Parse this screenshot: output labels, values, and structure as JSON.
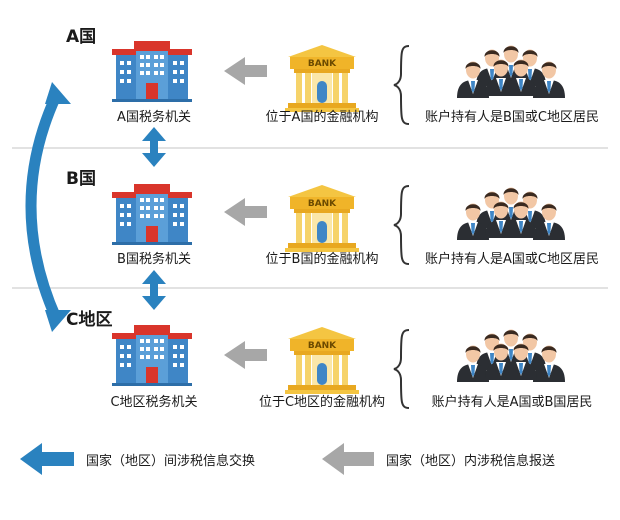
{
  "regions": [
    {
      "title": "A国",
      "tax_authority": "A国税务机关",
      "institution": "位于A国的金融机构",
      "holders": "账户持有人是B国或C地区居民"
    },
    {
      "title": "B国",
      "tax_authority": "B国税务机关",
      "institution": "位于B国的金融机构",
      "holders": "账户持有人是A国或C地区居民"
    },
    {
      "title": "C地区",
      "tax_authority": "C地区税务机关",
      "institution": "位于C地区的金融机构",
      "holders": "账户持有人是A国或B国居民"
    }
  ],
  "bank_sign": "BANK",
  "legend": {
    "exchange": "国家（地区）间涉税信息交换",
    "reporting": "国家（地区）内涉税信息报送"
  },
  "colors": {
    "exchange_arrow": "#2a82bf",
    "reporting_arrow": "#a7a7a7",
    "divider": "#e2e2e2",
    "building_blue": "#3f86c6",
    "building_red": "#d9352b",
    "bank_gold": "#f4c542"
  },
  "icons": {
    "tax_building": "government-building-icon",
    "bank": "bank-icon",
    "people": "people-group-icon",
    "brace": "left-brace-icon"
  }
}
